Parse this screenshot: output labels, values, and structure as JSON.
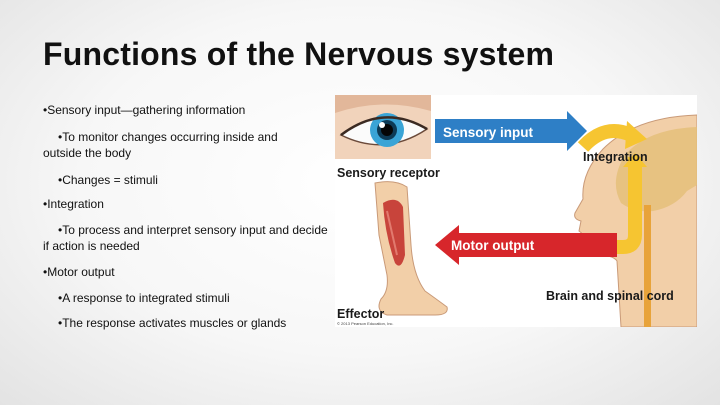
{
  "slide": {
    "title": "Functions of the Nervous system",
    "bullets": [
      {
        "level": 1,
        "text": "•Sensory input—gathering information"
      },
      {
        "level": 2,
        "text": "•To monitor changes occurring inside and outside the body"
      },
      {
        "level": 2,
        "text": "•Changes = stimuli"
      },
      {
        "level": 1,
        "text": "•Integration"
      },
      {
        "level": 2,
        "text": "•To process and interpret sensory input and decide if action is needed"
      },
      {
        "level": 1,
        "text": "•Motor output"
      },
      {
        "level": 2,
        "text": "•A response to integrated stimuli"
      },
      {
        "level": 2,
        "text": "•The response activates muscles or glands"
      }
    ]
  },
  "figure": {
    "sensory_input": "Sensory input",
    "integration": "Integration",
    "sensory_receptor": "Sensory receptor",
    "motor_output": "Motor output",
    "brain_and_spinal_cord": "Brain and spinal cord",
    "effector": "Effector",
    "copyright": "© 2013 Pearson Education, Inc.",
    "colors": {
      "arrow_blue": "#2e7fc6",
      "arrow_red": "#d7262b",
      "loop_yellow": "#f6c531",
      "skin": "#f2cfa8"
    }
  }
}
